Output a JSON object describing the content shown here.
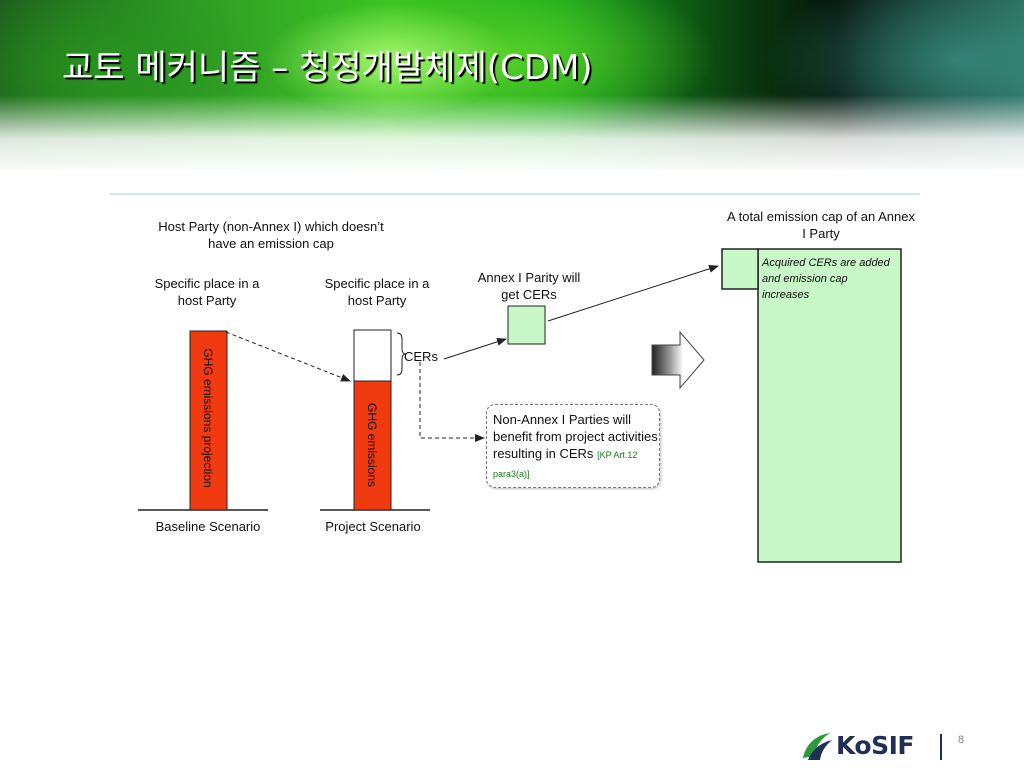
{
  "slide": {
    "title": "교토 메커니즘 – 청정개발체제(CDM)",
    "page_number": "8"
  },
  "diagram": {
    "host_party_label": "Host Party (non-Annex I) which doesn’t have an emission cap",
    "baseline": {
      "place_label": "Specific place in a host Party",
      "bar_label": "GHG emissions projection",
      "scenario_label": "Baseline Scenario"
    },
    "project": {
      "place_label": "Specific place in a host Party",
      "bar_label": "GHG emissions",
      "cers_label": "CERs",
      "scenario_label": "Project Scenario"
    },
    "annex_party_label": "Annex I Parity will get CERs",
    "non_annex_note": "Non-Annex I Parties will benefit from project activities resulting in CERs",
    "non_annex_ref": "[KP Art.12 para3(a)]",
    "cap_title": "A total emission cap of an Annex I Party",
    "cap_note": "Acquired CERs are added and emission cap increases"
  },
  "colors": {
    "emission_bar": "#f23a10",
    "cap_fill": "#c8f7c8",
    "ref_text": "#1a7a1a"
  },
  "logo": {
    "name": "KoSIF",
    "icon": "kosif-swoosh-icon"
  }
}
